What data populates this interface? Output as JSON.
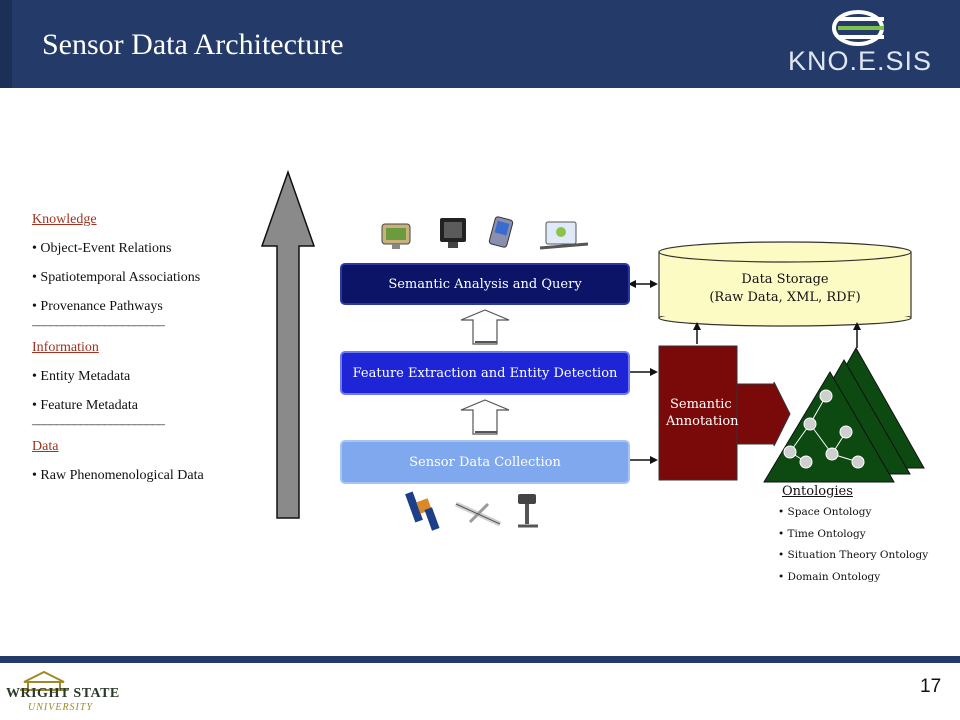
{
  "slide": {
    "title": "Sensor Data Architecture",
    "logo_text": "KNO.E.SIS",
    "page_number": "17",
    "footer_logo": {
      "name": "WRIGHT STATE",
      "sub": "UNIVERSITY"
    }
  },
  "hierarchy": {
    "knowledge": {
      "heading": "Knowledge",
      "items": [
        "• Object-Event Relations",
        "• Spatiotemporal Associations",
        "• Provenance Pathways"
      ]
    },
    "information": {
      "heading": "Information",
      "items": [
        "• Entity Metadata",
        "• Feature Metadata"
      ]
    },
    "data": {
      "heading": "Data",
      "items": [
        "• Raw Phenomenological Data"
      ]
    },
    "separator": "––––––––––––––––––––––"
  },
  "diagram": {
    "analysis_box": "Semantic Analysis and Query",
    "extraction_box": "Feature Extraction and Entity Detection",
    "collection_box": "Sensor Data Collection",
    "storage_title": "Data Storage",
    "storage_sub": "(Raw Data, XML, RDF)",
    "annotation_line1": "Semantic",
    "annotation_line2": "Annotation",
    "ontologies_title": "Ontologies",
    "ontologies": [
      "• Space Ontology",
      "• Time Ontology",
      "• Situation Theory Ontology",
      "• Domain Ontology"
    ]
  },
  "colors": {
    "header": "#243b69",
    "box_dark": "#0b1466",
    "box_mid": "#1d25d6",
    "box_light": "#7fa8ef",
    "annotation": "#7a0a0a",
    "storage": "#fdfbc4",
    "ontology_tree": "#0c4a12",
    "heading_text": "#a0331f"
  }
}
